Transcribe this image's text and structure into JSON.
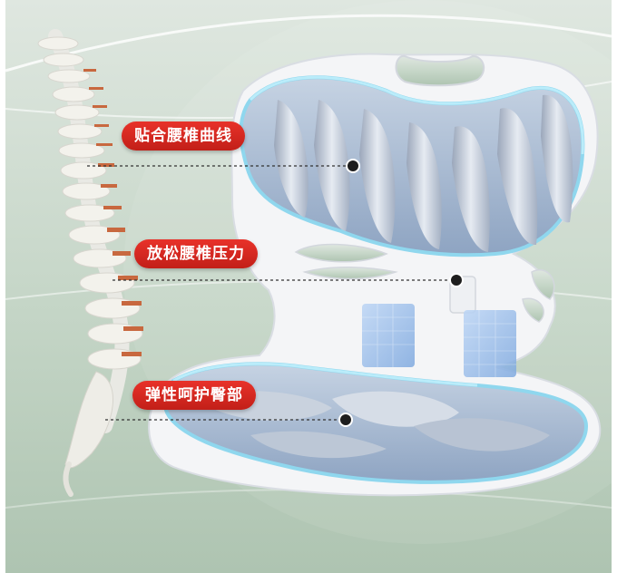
{
  "callouts": [
    {
      "label": "贴合腰椎曲线"
    },
    {
      "label": "放松腰椎压力"
    },
    {
      "label": "弹性呵护臀部"
    }
  ],
  "colors": {
    "background": "#b9cdbc",
    "callout_red": "#d4261f",
    "seat_shell": "#f4f5f7",
    "cushion_blue": "#9fb8d6",
    "bead": "#1e1e1e"
  }
}
